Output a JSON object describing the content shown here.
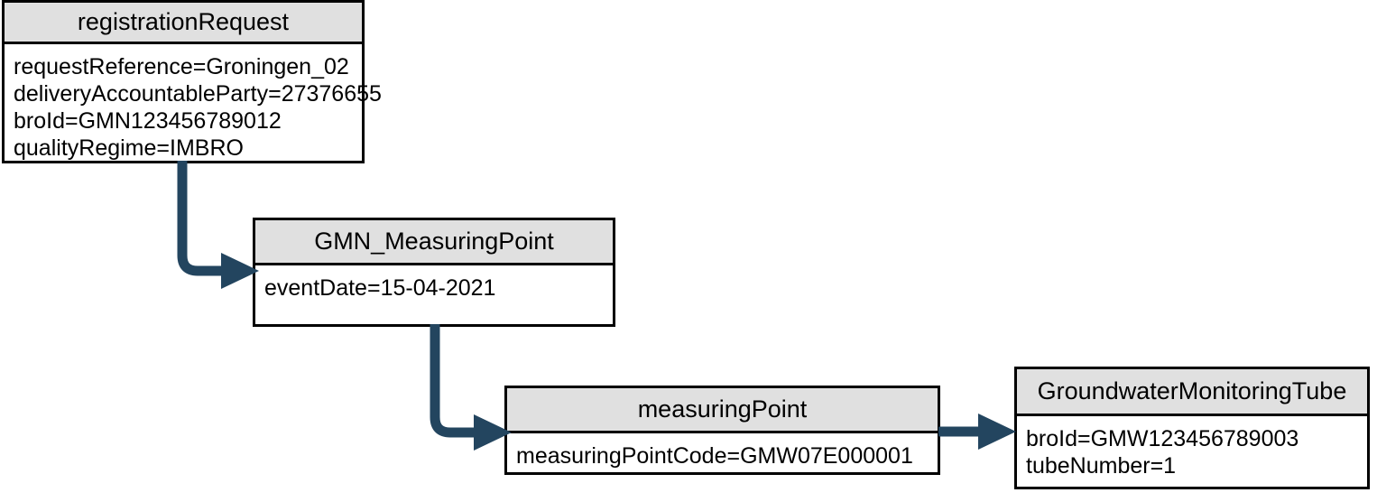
{
  "diagram": {
    "type": "uml-object-diagram",
    "colors": {
      "node_border": "#000000",
      "node_header_fill": "#e0e0e0",
      "node_body_fill": "#ffffff",
      "connector": "#23455f",
      "text": "#000000"
    },
    "nodes": [
      {
        "id": "registrationRequest",
        "title": "registrationRequest",
        "attributes": [
          "requestReference=Groningen_02",
          "deliveryAccountableParty=27376655",
          "broId=GMN123456789012",
          "qualityRegime=IMBRO"
        ]
      },
      {
        "id": "GMN_MeasuringPoint",
        "title": "GMN_MeasuringPoint",
        "attributes": [
          "eventDate=15-04-2021"
        ]
      },
      {
        "id": "measuringPoint",
        "title": "measuringPoint",
        "attributes": [
          "measuringPointCode=GMW07E000001"
        ]
      },
      {
        "id": "GroundwaterMonitoringTube",
        "title": "GroundwaterMonitoringTube",
        "attributes": [
          "broId=GMW123456789003",
          "tubeNumber=1"
        ]
      }
    ],
    "edges": [
      {
        "id": "edge-request-to-gmn",
        "from": "registrationRequest",
        "to": "GMN_MeasuringPoint",
        "style": "elbow-down-right"
      },
      {
        "id": "edge-gmn-to-measuringpoint",
        "from": "GMN_MeasuringPoint",
        "to": "measuringPoint",
        "style": "elbow-down-right"
      },
      {
        "id": "edge-mp-to-tube",
        "from": "measuringPoint",
        "to": "GroundwaterMonitoringTube",
        "style": "straight-right"
      }
    ]
  }
}
